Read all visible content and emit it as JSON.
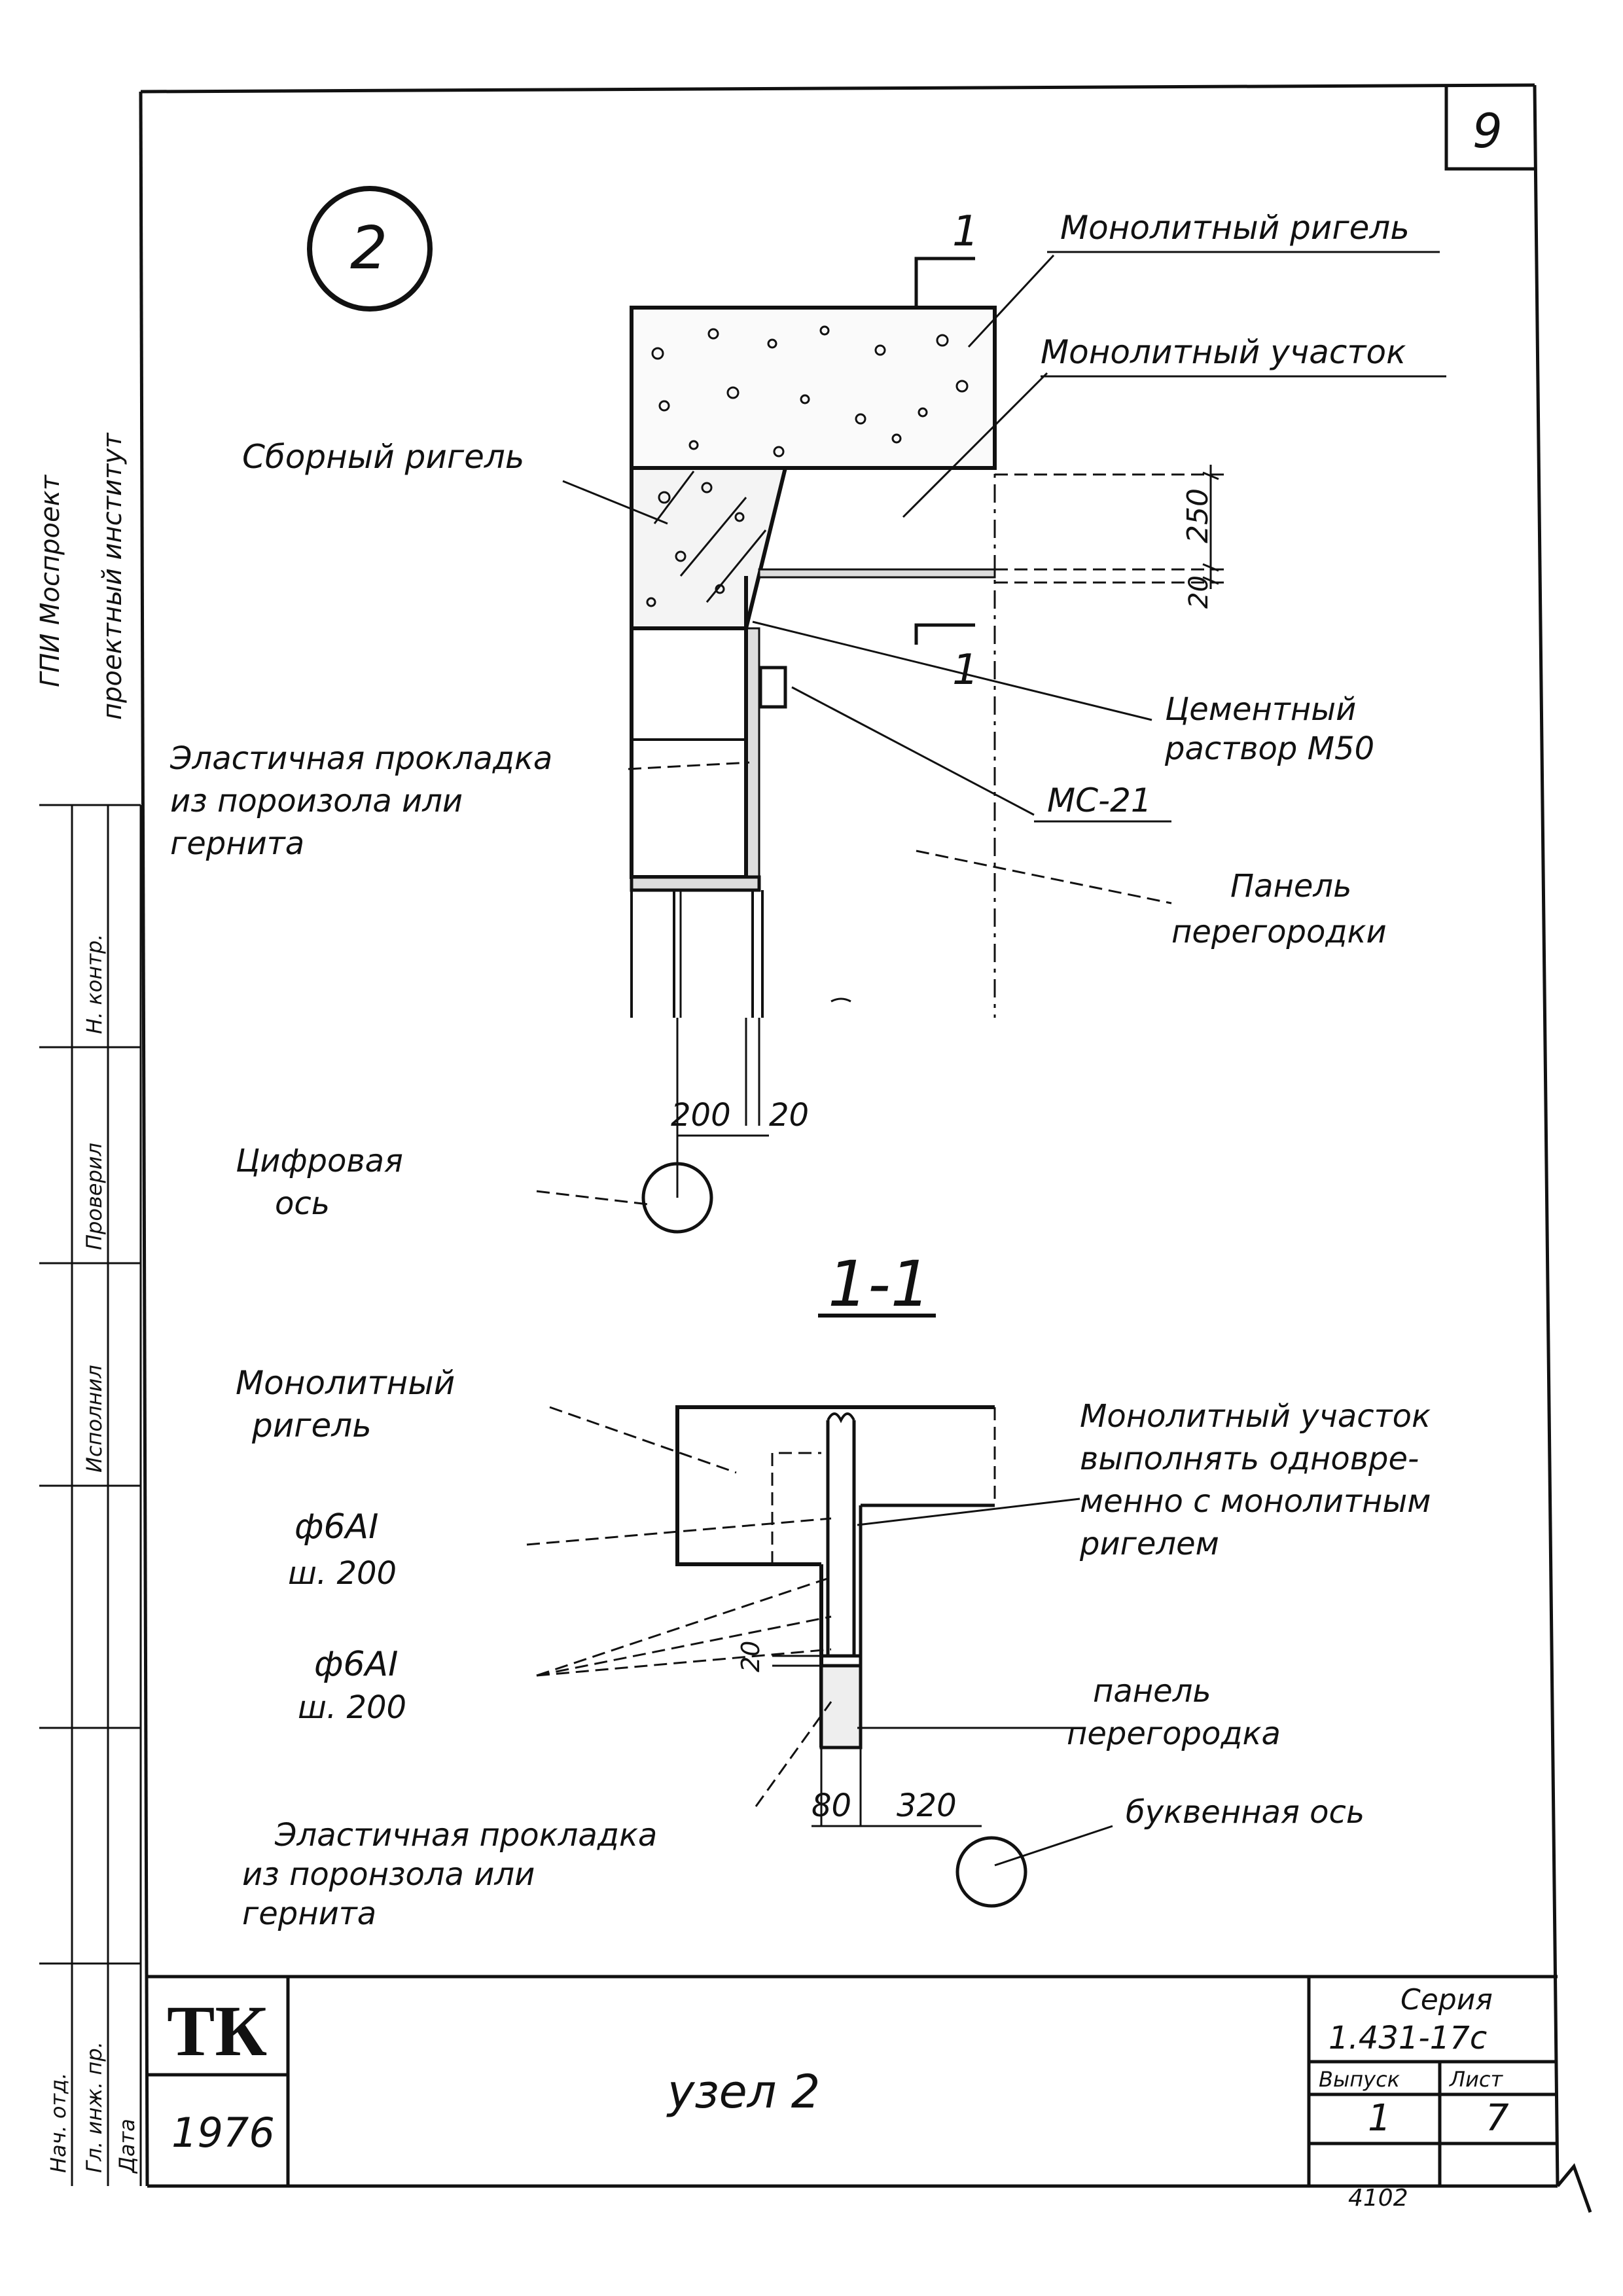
{
  "sheet_number": "9",
  "detail_marker": "2",
  "section_1": {
    "mark_top": "1",
    "mark_bottom": "1"
  },
  "callouts": {
    "monolithic_crossbar": "Монолитный ригель",
    "monolithic_section": "Монолитный участок",
    "precast_crossbar": "Сборный ригель",
    "cement_mortar_1": "Цементный",
    "cement_mortar_2": "раствор М50",
    "elastic_gasket_1": "Эластичная прокладка",
    "elastic_gasket_2": "из порoизола или",
    "elastic_gasket_3": "гернита",
    "mc21": "МС-21",
    "partition_panel_1": "Панель",
    "partition_panel_2": "перегородки",
    "numeric_axis_1": "Цифровая",
    "numeric_axis_2": "ось"
  },
  "dimensions": {
    "d250": "250",
    "d20_v": "20",
    "d200": "200",
    "d20_h": "20",
    "s20": "20",
    "s80": "80",
    "s320": "320"
  },
  "section_title": "1-1",
  "section_callouts": {
    "monolithic_crossbar_1": "Монолитный",
    "monolithic_crossbar_2": "ригель",
    "rebar_1a": "ф6АI",
    "rebar_1b": "ш. 200",
    "rebar_2a": "ф6АI",
    "rebar_2b": "ш. 200",
    "monolithic_section_1": "Монолитный участок",
    "monolithic_section_2": "выполнять одновре-",
    "monolithic_section_3": "менно с монолитным",
    "monolithic_section_4": "ригелем",
    "partition_panel_1": "панель",
    "partition_panel_2": "перегородка",
    "letter_axis": "буквенная ось",
    "elastic_gasket_1": "Эластичная прокладка",
    "elastic_gasket_2": "из поронзола или",
    "elastic_gasket_3": "гернита"
  },
  "title_block": {
    "logo": "ТК",
    "year": "1976",
    "title": "узел 2",
    "series_label": "Серия",
    "series_value": "1.431-17с",
    "col_issue": "Выпуск",
    "col_sheet": "Лист",
    "issue": "1",
    "sheet": "7",
    "footer": "4102"
  },
  "side_stamp": {
    "org_1": "ГПИ Моспроект",
    "org_2": "проектный институт",
    "cells": [
      "Нач. отд.",
      "Гл. инж. пр.",
      "Исполнил",
      "Проверил",
      "Н. контр.",
      "Дата"
    ]
  }
}
